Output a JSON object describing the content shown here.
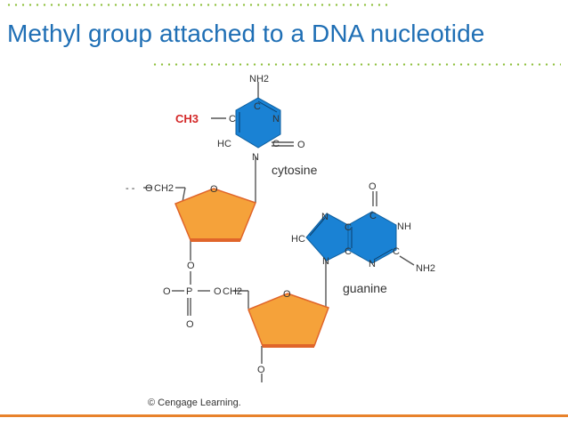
{
  "slide": {
    "title": "Methyl group attached to a DNA nucleotide",
    "credit": "© Cengage Learning."
  },
  "diagram": {
    "methyl_label": "CH3",
    "cytosine_label": "cytosine",
    "guanine_label": "guanine",
    "atoms": {
      "nh2": "NH2",
      "c": "C",
      "n": "N",
      "hc": "HC",
      "o": "O",
      "nh": "NH",
      "p": "P",
      "ch2": "CH2",
      "dashes": "- -"
    }
  },
  "colors": {
    "title": "#1f6fb5",
    "accent_dots": "#8dbf3a",
    "base_fill": "#1a82d4",
    "sugar_fill": "#f5a23a",
    "sugar_edge": "#e0652a",
    "methyl": "#d42a2a",
    "bottom_rule": "#e8822b"
  }
}
